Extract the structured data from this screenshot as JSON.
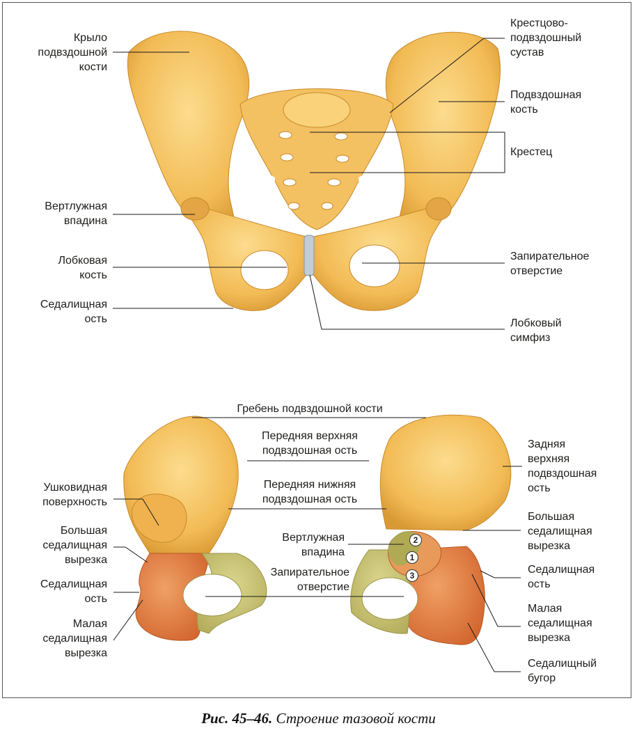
{
  "caption": {
    "prefix": "Рис. 45–46.",
    "text": "Строение тазовой кости"
  },
  "colors": {
    "bone": "#f2bb55",
    "bone_light": "#fbd98c",
    "bone_dark": "#c88a2a",
    "ilium": "#f0bb5a",
    "ischium": "#e27f44",
    "pubis": "#c8c374",
    "symphysis": "#c2ccd6",
    "line": "#1a1a1a"
  },
  "top": {
    "wing": [
      "Крыло",
      "подвздошной",
      "кости"
    ],
    "acetabulum": [
      "Вертлужная",
      "впадина"
    ],
    "pubic_bone": [
      "Лобковая",
      "кость"
    ],
    "ischial_spine": [
      "Седалищная",
      "ость"
    ],
    "sacroiliac_joint": [
      "Крестцово-",
      "подвздошный",
      "сустав"
    ],
    "ilium": [
      "Подвздошная",
      "кость"
    ],
    "sacrum": [
      "Крестец"
    ],
    "obturator_foramen": [
      "Запирательное",
      "отверстие"
    ],
    "pubic_symphysis": [
      "Лобковый",
      "симфиз"
    ]
  },
  "bottom": {
    "iliac_crest": "Гребень подвздошной кости",
    "ant_sup_spine": [
      "Передняя верхняя",
      "подвздошная ость"
    ],
    "ant_inf_spine": [
      "Передняя нижняя",
      "подвздошная ость"
    ],
    "acetabulum": [
      "Вертлужная",
      "впадина"
    ],
    "obturator_foramen": [
      "Запирательное",
      "отверстие"
    ],
    "auricular_surface": [
      "Ушковидная",
      "поверхность"
    ],
    "greater_notch_left": [
      "Большая",
      "седалищная",
      "вырезка"
    ],
    "ischial_spine_left": [
      "Седалищная",
      "ость"
    ],
    "lesser_notch_left": [
      "Малая",
      "седалищная",
      "вырезка"
    ],
    "post_sup_spine": [
      "Задняя",
      "верхняя",
      "подвздошная",
      "ость"
    ],
    "greater_notch_right": [
      "Большая",
      "седалищная",
      "вырезка"
    ],
    "ischial_spine_right": [
      "Седалищная",
      "ость"
    ],
    "lesser_notch_right": [
      "Малая",
      "седалищная",
      "вырезка"
    ],
    "ischial_tuberosity": [
      "Седалищный",
      "бугор"
    ],
    "markers": [
      "2",
      "1",
      "3"
    ]
  }
}
